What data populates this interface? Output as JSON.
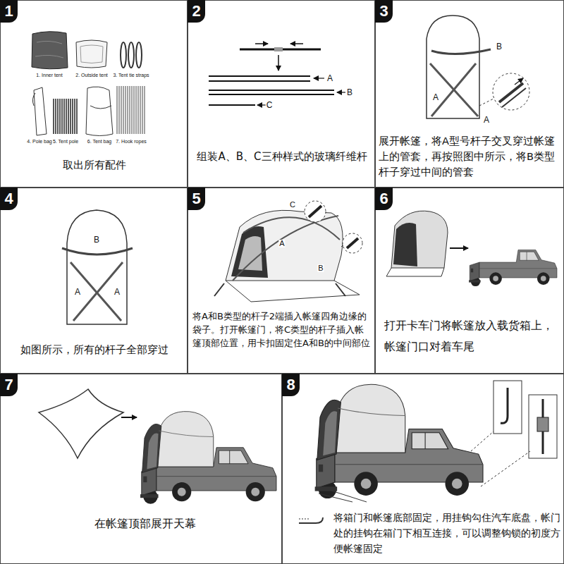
{
  "diagram": {
    "nodes": [
      {
        "text": [
          "1",
          "取出所有配件"
        ]
      },
      {
        "text": [
          "2",
          "组装A、B、C三种样式的玻璃纤维杆"
        ]
      },
      {
        "text": [
          "3",
          "展开帐篷，将A型号杆子交叉穿过帐篷上的管套，再按照图中所示，将B类型杆子穿过中间的管套"
        ]
      },
      {
        "text": [
          "4",
          "如图所示，所有的杆子全部穿过"
        ]
      },
      {
        "text": [
          "5",
          "将A和B类型的杆子2端插入帐篷四角边缘的袋子。打开帐篷门，将C类型的杆子插入帐篷顶部位置，用卡扣固定住A和B的中间部位"
        ]
      },
      {
        "text": [
          "6",
          "打开卡车门将帐篷放入载货箱上，帐篷门口对着车尾"
        ]
      },
      {
        "text": [
          "7",
          "在帐篷顶部展开天幕"
        ]
      },
      {
        "text": [
          "8",
          "将箱门和帐篷底部固定，用挂钩勾住汽车底盘，帐门处的挂钩在箱门下相互连接，可以调整钩锁的初度方便帐篷固定"
        ]
      }
    ],
    "labels": [
      "1. Inner tent",
      "2. Outside tent",
      "3. Tent tie straps",
      "4. Pole bag",
      "5. Tent pole",
      "6. Tent bag",
      "7. Hook ropes",
      "A",
      "B",
      "C",
      "B",
      "A",
      "A",
      "B",
      "A",
      "A",
      "C",
      "A",
      "B"
    ]
  }
}
